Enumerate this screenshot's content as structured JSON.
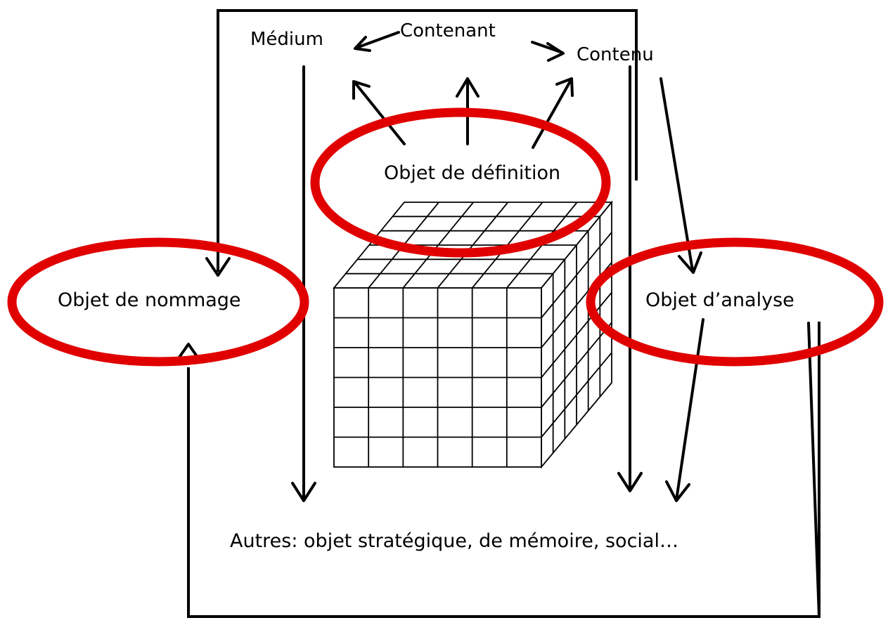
{
  "labels": {
    "medium": "Médium",
    "contenant": "Contenant",
    "contenu": "Contenu",
    "objet_definition": "Objet de définition",
    "objet_nommage": "Objet de nommage",
    "objet_analyse": "Objet d’analyse",
    "autres": "Autres: objet stratégique, de mémoire, social…"
  },
  "colors": {
    "highlight_ring": "#e00000",
    "ink": "#000000"
  },
  "icons": {
    "central_shape": "grid-cube-icon"
  }
}
